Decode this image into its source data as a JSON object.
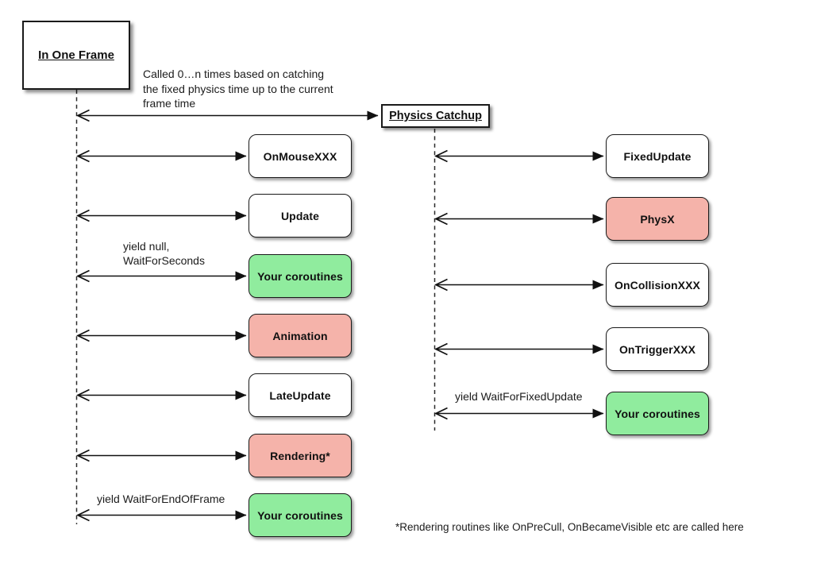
{
  "diagram": {
    "frame_box": {
      "label": "In One Frame"
    },
    "physics_box": {
      "label": "Physics Catchup"
    },
    "notes": {
      "catchup_lines": [
        "Called 0…n times based on catching",
        "the fixed physics time up to the current",
        "frame time"
      ],
      "yield_null_lines": [
        "yield null,",
        "WaitForSeconds"
      ],
      "yield_end_of_frame": "yield WaitForEndOfFrame",
      "yield_fixed_update": "yield WaitForFixedUpdate",
      "footnote": "*Rendering routines like OnPreCull, OnBecameVisible etc are called here"
    },
    "colors": {
      "node_white": "#ffffff",
      "node_green": "#90ec9e",
      "node_pink": "#f5b3aa",
      "line": "#111111"
    },
    "left_column": [
      {
        "label": "OnMouseXXX",
        "bg": "#ffffff"
      },
      {
        "label": "Update",
        "bg": "#ffffff"
      },
      {
        "label": "Your coroutines",
        "bg": "#90ec9e"
      },
      {
        "label": "Animation",
        "bg": "#f5b3aa"
      },
      {
        "label": "LateUpdate",
        "bg": "#ffffff"
      },
      {
        "label": "Rendering*",
        "bg": "#f5b3aa"
      },
      {
        "label": "Your coroutines",
        "bg": "#90ec9e"
      }
    ],
    "right_column": [
      {
        "label": "FixedUpdate",
        "bg": "#ffffff"
      },
      {
        "label": "PhysX",
        "bg": "#f5b3aa"
      },
      {
        "label": "OnCollisionXXX",
        "bg": "#ffffff"
      },
      {
        "label": "OnTriggerXXX",
        "bg": "#ffffff"
      },
      {
        "label": "Your coroutines",
        "bg": "#90ec9e"
      }
    ]
  }
}
